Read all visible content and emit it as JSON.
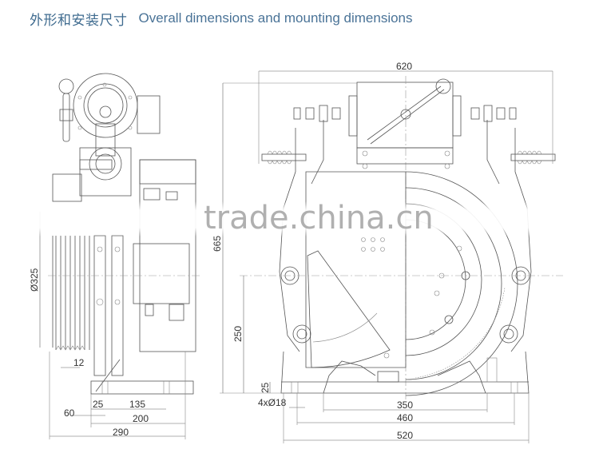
{
  "header": {
    "title_cn": "外形和安装尺寸",
    "title_en": "Overall dimensions and mounting dimensions"
  },
  "watermark": "trade.china.cn",
  "side_view": {
    "dimensions": {
      "pulley_diameter": "Ø325",
      "groove_offset": "12",
      "base_offset_25": "25",
      "hole_spacing": "135",
      "offset_60": "60",
      "base_depth": "200",
      "overall_depth": "290"
    }
  },
  "front_view": {
    "dimensions": {
      "overall_width": "620",
      "overall_height": "665",
      "shaft_height": "250",
      "base_thickness": "25",
      "mounting_holes": "4xØ18",
      "inner_width": "350",
      "hole_centers": "460",
      "base_width": "520"
    }
  },
  "colors": {
    "title": "#3f6b8f",
    "line": "#555555"
  }
}
